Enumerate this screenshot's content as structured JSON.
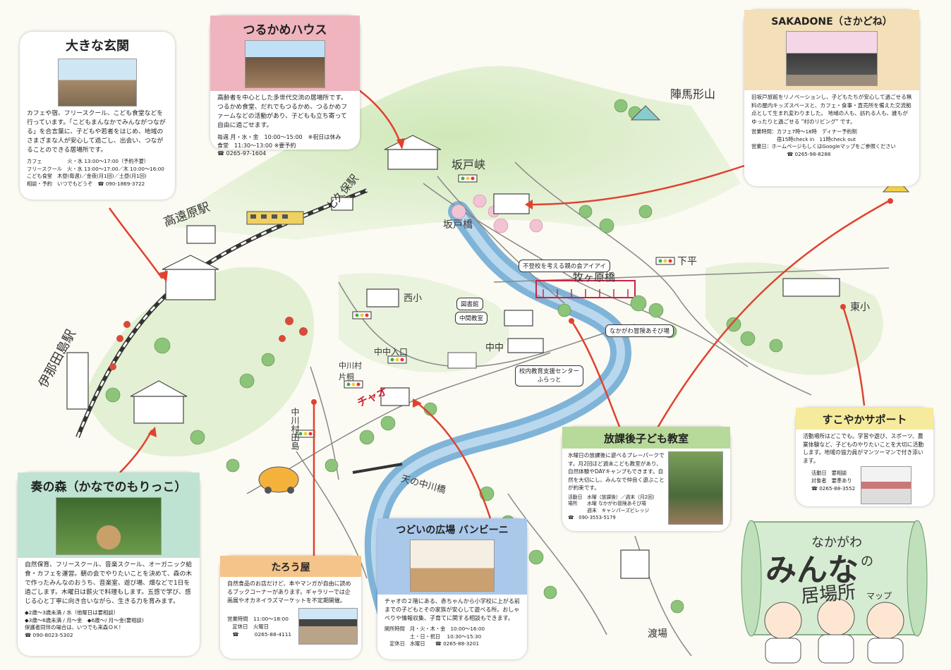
{
  "map_labels": {
    "takatohara_eki": "高遠原駅",
    "nanakubo_eki": "七久保駅",
    "inatajima_eki": "伊那田島駅",
    "jinbagatayama": "陣馬形山",
    "sakadokyo": "坂戸峡",
    "sakadobashi": "坂戸橋",
    "shimodaira": "下平",
    "makigaharabashi": "牧ヶ原橋",
    "nishisho": "西小",
    "higashisho": "東小",
    "nakachu": "中中",
    "nakachu_iriguchi": "中中入口",
    "nakagawamura_katagiri": "中川村片桐",
    "nakagawamura_tajima": "中川村田島",
    "chao": "チャオ",
    "tennonakagawabashi": "天の中川橋",
    "watariba": "渡場",
    "toshokan": "図書館",
    "chukan_kyoshitsu": "中間教室",
    "futoko_kai": "不登校を考える親の会アイアイ",
    "boken_asobiba": "なかがわ冒険あそび場",
    "konai_center": "校内教育支援センター\nふらっと"
  },
  "cards": {
    "genkan": {
      "title": "大きな玄関",
      "body": "カフェや宿、フリースクール、こども食堂などを行っています。「こどもまんなかでみんながつながる」を合言葉に、子どもや若者をはじめ、地域のさまざまな人が安心して過ごし、出会い、つながることのできる居場所です。",
      "info": "カフェ　　　　　火・水 13:00～17:00（予約不要）\nフリースクール　火・水 13:00～17:00／木 10:00～16:00\nこども食堂　木昼(毎週)／金夜(月1回)／土昼(月1回)\n相談・予約　いつでもどうぞ　☎ 090-1869-3722"
    },
    "tsurukame": {
      "title": "つるかめハウス",
      "body": "高齢者を中心とした多世代交流の居場所です。つるかめ食堂、だれでもつるかめ、つるかめファームなどの活動があり、子どもも立ち寄って自由に過ごせます。",
      "info": "毎週 月・水・金　10:00～15:00　※祝日は休み\n食堂　11:30～13:00 ※要予約\n☎ 0265-97-1604"
    },
    "sakadone": {
      "title": "SAKADONE（さかどね）",
      "body": "旧坂戸旅館をリノベーションし、子どもたちが安心して過ごせる無料の屋内キッズスペースと、カフェ・食事・直売所を備えた交流拠点として生まれ変わりました。 地域の人も、訪れる人も、誰もがゆったりと過ごせる \"村のリビング\" です。",
      "info": "営業時間：カフェ7時～18時　ディナー予約制\n　　　　　宿15時check in　11時check out\n営業日：ホームページもしくはGoogleマップをご参照ください\n　　　　　　　☎ 0265-98-8288"
    },
    "kanade": {
      "title": "奏の森（かなでのもりっこ）",
      "body": "自然保育、フリースクール、音楽スクール、オーガニック給食・カフェを運営。朝の会でやりたいことを決めて、森の木で作ったみんなのおうち、音楽室、遊び場、畑などで1日を過ごします。木曜日は薪火で料理もします。五感で学び、感じる心と丁寧に向き合いながら、生きる力を育みます。",
      "info": "◆2歳～3歳未満 / 水（他曜日は要相談）\n◆3歳～6歳未満 / 月～金　◆6歳～/ 月～金(要相談)\n保護者同伴の場合は、いつでも来森ＯＫ！\n☎ 090-8023-5302"
    },
    "taroya": {
      "title": "たろう屋",
      "body": "自然食品のお店だけど、本やマンガが自由に読めるブックコーナーがあります。ギャラリーでは企画展やオカネイラズマーケットを不定期開催。",
      "info": "営業時間　11:00～18:00\n　定休日　火曜日\n　☎　　　0265-88-4111"
    },
    "bambini": {
      "title": "つどいの広場 バンビーニ",
      "body": "チャオの２階にある、赤ちゃんから小学校に上がる前までの子どもとその家族が安心して遊べる所。おしゃべりや情報収集、子育てに関する相談もできます。",
      "info": "開所時間　月・火・木・金　10:00～16:00\n　　　　　土・日・祝日　 10:30～15:30\n　定休日　水曜日　　☎ 0265-88-3201"
    },
    "hokago": {
      "title": "放課後子ども教室",
      "body": "水曜日の放課後に遊べるプレーパークです。月2回ほど週末こども教室があり、自然体験やDAYキャンプもできます。自然を大切にし、みんなで仲良く遊ぶことが約束です。",
      "info": "活動日　水曜（放課後）／週末（月2回）\n場所　　水曜 なかがわ冒険あそび場\n　　　　週末　キャンパーズビレッジ\n☎　090-3553-5179"
    },
    "sukoyaka": {
      "title": "すこやかサポート",
      "body": "活動場所はどこでも。学習や遊び、スポーツ、農業体験など、子どものやりたいことを大切に活動します。地域の協力員がマンツーマンで付き添います。",
      "info": "活動日　要相談\n対象者　要準あり\n☎ 0265-88-3552"
    }
  },
  "scroll": {
    "line1": "なかがわ",
    "line2": "みんな",
    "line3": "の",
    "line4": "居場所",
    "line5": "マップ"
  },
  "colors": {
    "river": "#7fb4d8",
    "green": "#9ccc7c",
    "pin": "#e0422f",
    "genkan_head": "#ffffff",
    "tsurukame_head": "#efb4bd",
    "sakadone_head": "#f3dfb8",
    "kanade_head": "#bfe3d2",
    "taroya_head": "#f4c48a",
    "bambini_head": "#a9c8ea",
    "hokago_head": "#b7d99a",
    "sukoyaka_head": "#f6ea9c"
  }
}
